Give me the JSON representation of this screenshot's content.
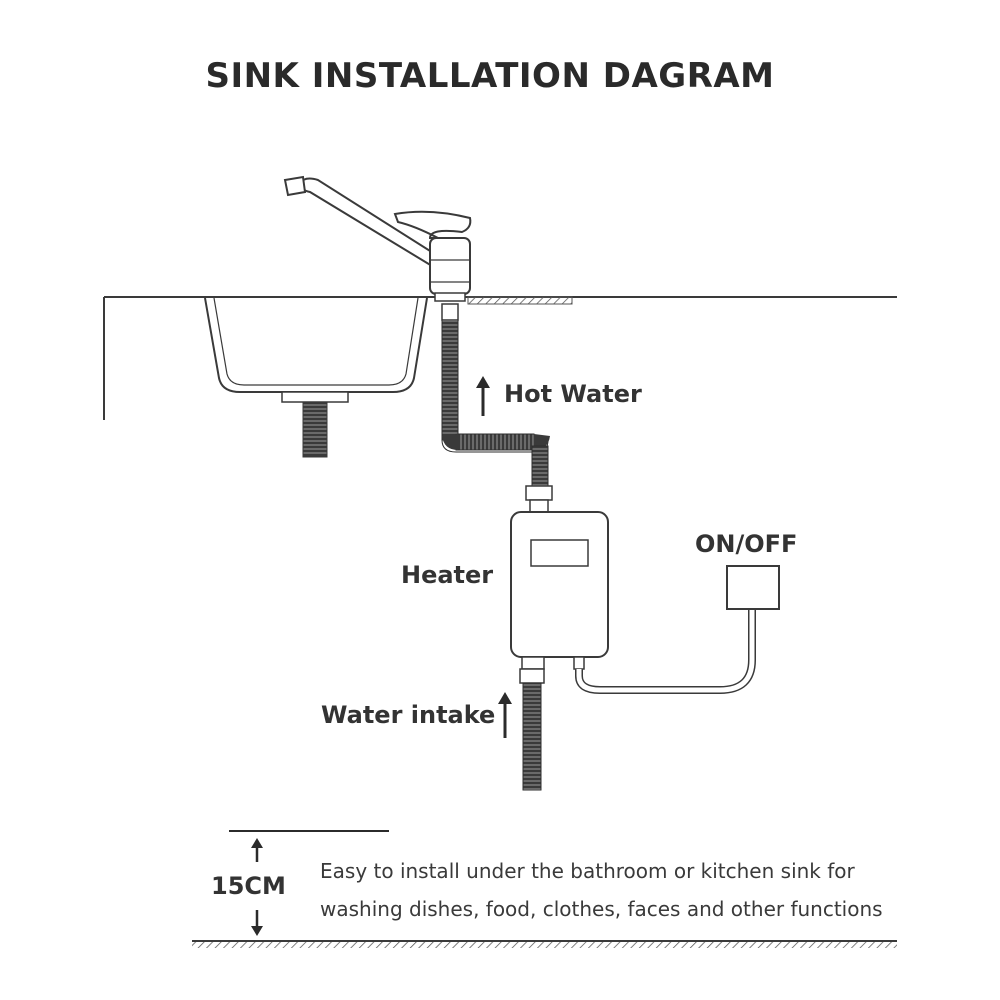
{
  "title": "SINK INSTALLATION DAGRAM",
  "labels": {
    "hot_water": "Hot Water",
    "heater": "Heater",
    "on_off": "ON/OFF",
    "water_intake": "Water intake",
    "height": "15CM"
  },
  "description": {
    "line1": "Easy to install under the bathroom or kitchen sink for",
    "line2": "washing dishes, food, clothes, faces and other functions"
  },
  "colors": {
    "line": "#3a3a3a",
    "hose": "#2e2e2e",
    "text": "#333333"
  }
}
